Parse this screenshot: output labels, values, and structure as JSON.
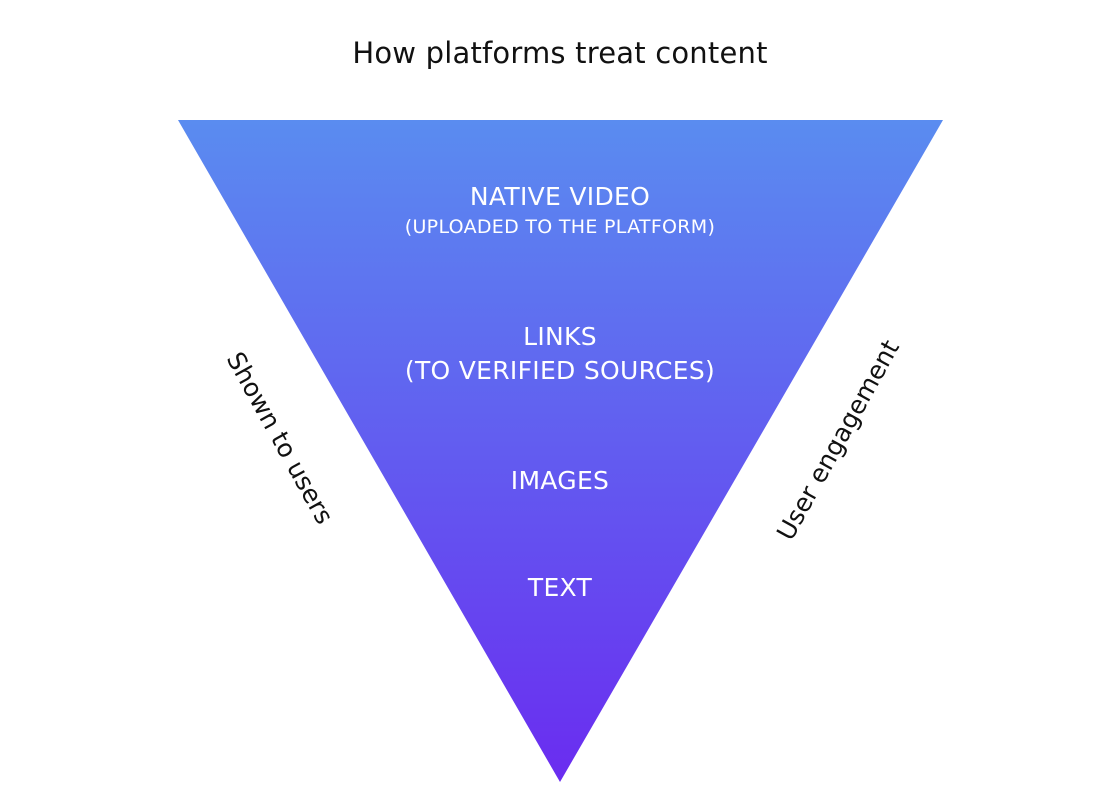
{
  "title": "How platforms treat content",
  "tiers": [
    {
      "label": "NATIVE VIDEO",
      "sublabel": "(UPLOADED TO THE PLATFORM)"
    },
    {
      "label": "LINKS",
      "sublabel": "(TO VERIFIED SOURCES)"
    },
    {
      "label": "IMAGES",
      "sublabel": ""
    },
    {
      "label": "TEXT",
      "sublabel": ""
    }
  ],
  "axes": {
    "left": "Shown to users",
    "right": "User engagement"
  },
  "colors": {
    "gradient_top": "#5a8cf0",
    "gradient_bottom": "#6a2cf0"
  }
}
